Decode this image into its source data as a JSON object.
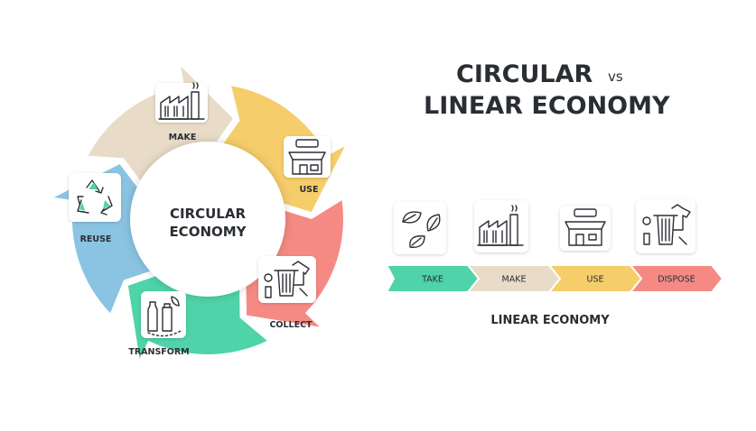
{
  "title": {
    "line1": "CIRCULAR",
    "vs": "vs",
    "line2": "LINEAR ECONOMY"
  },
  "circular": {
    "center_line1": "CIRCULAR",
    "center_line2": "ECONOMY",
    "segments": [
      {
        "label": "MAKE",
        "color": "#e8dcc8",
        "icon": "factory-icon"
      },
      {
        "label": "USE",
        "color": "#f5cd6a",
        "icon": "shop-icon"
      },
      {
        "label": "COLLECT",
        "color": "#f58a84",
        "icon": "waste-bin-icon"
      },
      {
        "label": "TRANSFORM",
        "color": "#4fd3a8",
        "icon": "bottles-leaf-icon"
      },
      {
        "label": "REUSE",
        "color": "#8ac4e2",
        "icon": "recycle-icon"
      }
    ]
  },
  "linear": {
    "title": "LINEAR ECONOMY",
    "steps": [
      {
        "label": "TAKE",
        "color": "#4fd3a8",
        "icon": "leaves-icon"
      },
      {
        "label": "MAKE",
        "color": "#e8dcc8",
        "icon": "factory-icon"
      },
      {
        "label": "USE",
        "color": "#f5cd6a",
        "icon": "shop-icon"
      },
      {
        "label": "DISPOSE",
        "color": "#f58a84",
        "icon": "waste-bin-icon"
      }
    ]
  }
}
